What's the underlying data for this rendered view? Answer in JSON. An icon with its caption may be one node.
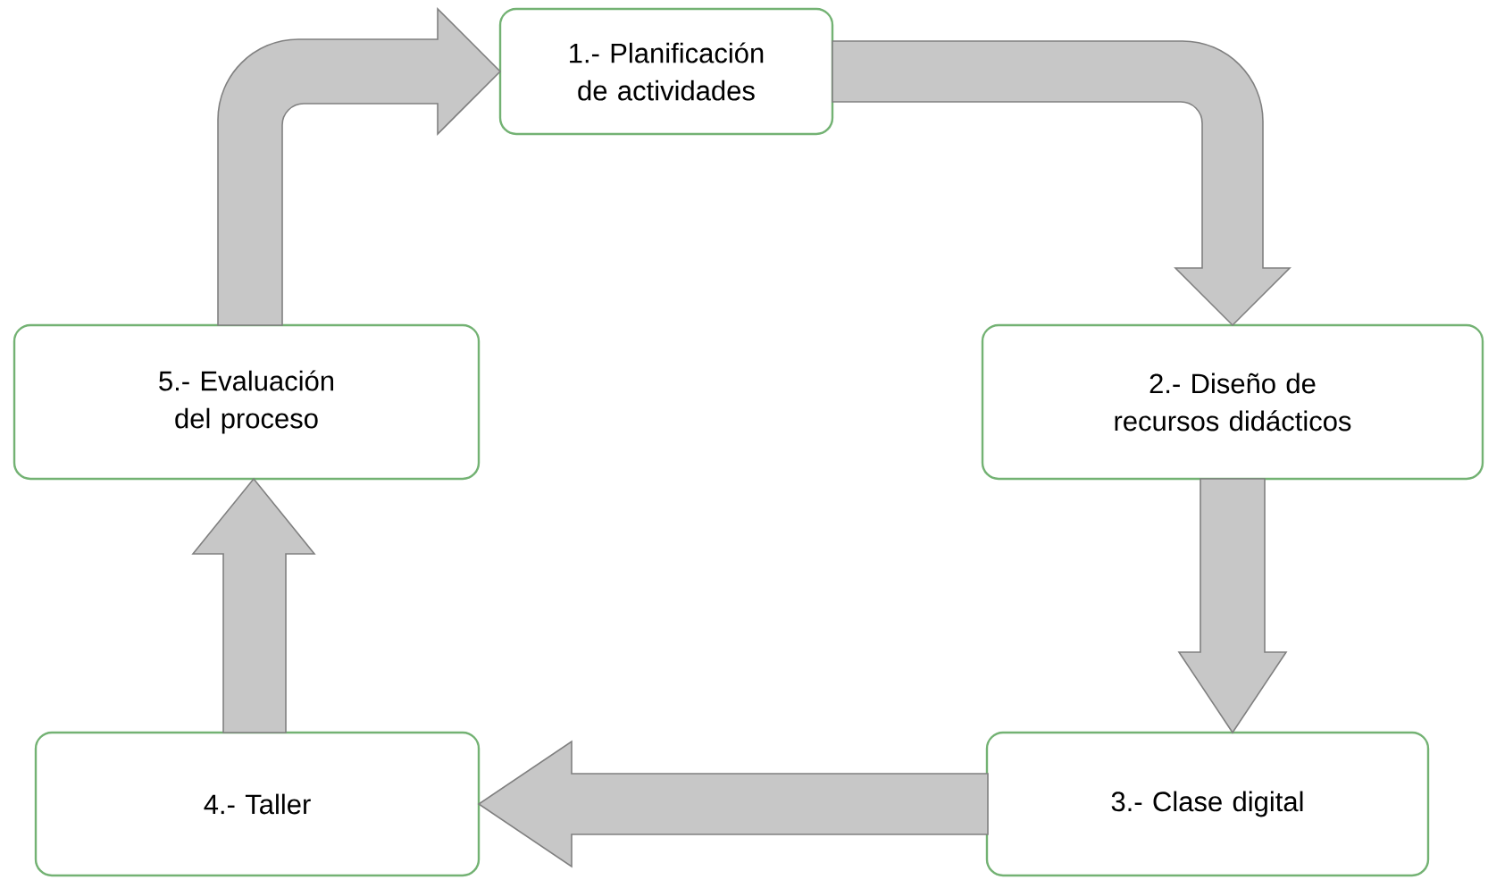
{
  "diagram": {
    "nodes": [
      {
        "text": [
          "1.- Planificación de actividades"
        ]
      },
      {
        "text": [
          "2.- Diseño de recursos didácticos"
        ]
      },
      {
        "text": [
          "3.- Clase digital"
        ]
      },
      {
        "text": [
          "4.- Taller"
        ]
      },
      {
        "text": [
          "5.- Evaluación del proceso"
        ]
      }
    ],
    "edges": [
      {
        "from": 0,
        "to": 1,
        "arrow": "to"
      },
      {
        "from": 1,
        "to": 2,
        "arrow": "to"
      },
      {
        "from": 2,
        "to": 3,
        "arrow": "to"
      },
      {
        "from": 3,
        "to": 4,
        "arrow": "to"
      },
      {
        "from": 4,
        "to": 0,
        "arrow": "to"
      }
    ]
  }
}
